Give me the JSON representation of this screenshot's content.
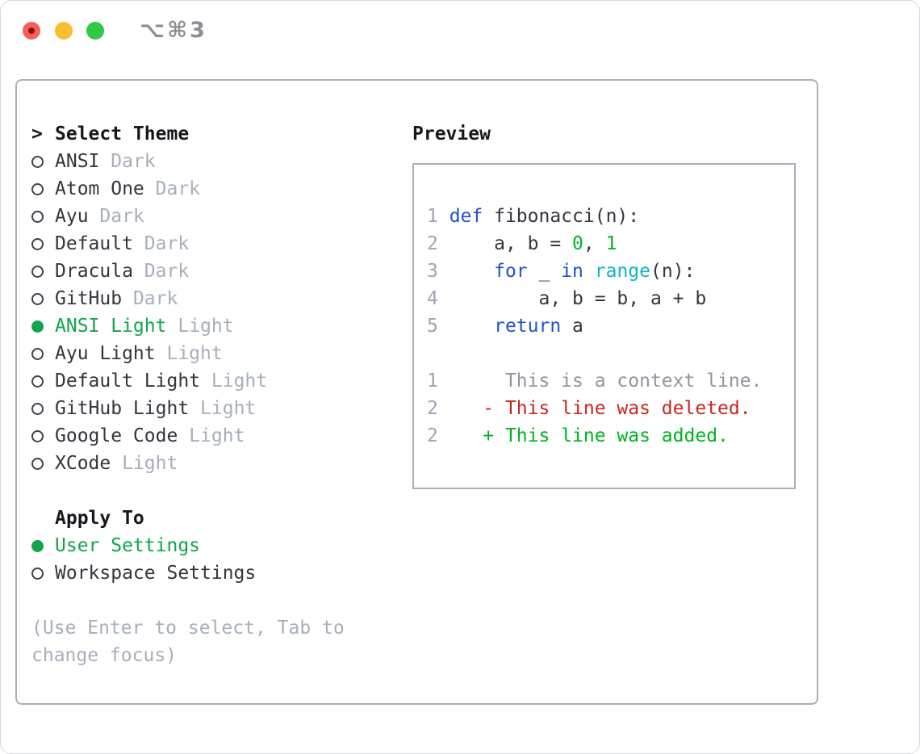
{
  "window": {
    "title": "⌥⌘3"
  },
  "colors": {
    "accent_green_selected": "#12a44b",
    "syntax_keyword_blue": "#1f52cc",
    "syntax_builtin_cyan": "#0ab6c4",
    "syntax_number_green": "#00b423",
    "diff_deleted_red": "#c9271b",
    "diff_added_green": "#00b423",
    "muted_gray": "#a7afbb",
    "panel_border": "#a8b0bb",
    "traffic_red": "#f4605a",
    "traffic_yellow": "#fcbe30",
    "traffic_green": "#30c844"
  },
  "theme_panel": {
    "cursor": ">",
    "header": "Select Theme",
    "themes": [
      {
        "name": "ANSI",
        "variant": "Dark",
        "selected": false
      },
      {
        "name": "Atom One",
        "variant": "Dark",
        "selected": false
      },
      {
        "name": "Ayu",
        "variant": "Dark",
        "selected": false
      },
      {
        "name": "Default",
        "variant": "Dark",
        "selected": false
      },
      {
        "name": "Dracula",
        "variant": "Dark",
        "selected": false
      },
      {
        "name": "GitHub",
        "variant": "Dark",
        "selected": false
      },
      {
        "name": "ANSI Light",
        "variant": "Light",
        "selected": true
      },
      {
        "name": "Ayu Light",
        "variant": "Light",
        "selected": false
      },
      {
        "name": "Default Light",
        "variant": "Light",
        "selected": false
      },
      {
        "name": "GitHub Light",
        "variant": "Light",
        "selected": false
      },
      {
        "name": "Google Code",
        "variant": "Light",
        "selected": false
      },
      {
        "name": "XCode",
        "variant": "Light",
        "selected": false
      }
    ],
    "apply_to": {
      "header": "Apply To",
      "options": [
        {
          "label": "User Settings",
          "selected": true
        },
        {
          "label": "Workspace Settings",
          "selected": false
        }
      ]
    },
    "help_line1": "(Use Enter to select, Tab to",
    "help_line2": "change focus)"
  },
  "preview": {
    "header": "Preview",
    "code_lines": [
      {
        "num": "1",
        "t0": "def",
        "t1": " fibonacci(n):"
      },
      {
        "num": "2",
        "t0": "    a, b = ",
        "t1": "0",
        "t2": ", ",
        "t3": "1"
      },
      {
        "num": "3",
        "t0": "    ",
        "t1": "for",
        "t2": " _ ",
        "t3": "in",
        "t4": " ",
        "t5": "range",
        "t6": "(n):"
      },
      {
        "num": "4",
        "t0": "        a, b = b, a + b"
      },
      {
        "num": "5",
        "t0": "    ",
        "t1": "return",
        "t2": " a"
      }
    ],
    "diff_lines": [
      {
        "num": "1",
        "body": "     This is a context line."
      },
      {
        "num": "2",
        "body": "   - This line was deleted."
      },
      {
        "num": "2",
        "body": "   + This line was added."
      }
    ]
  }
}
